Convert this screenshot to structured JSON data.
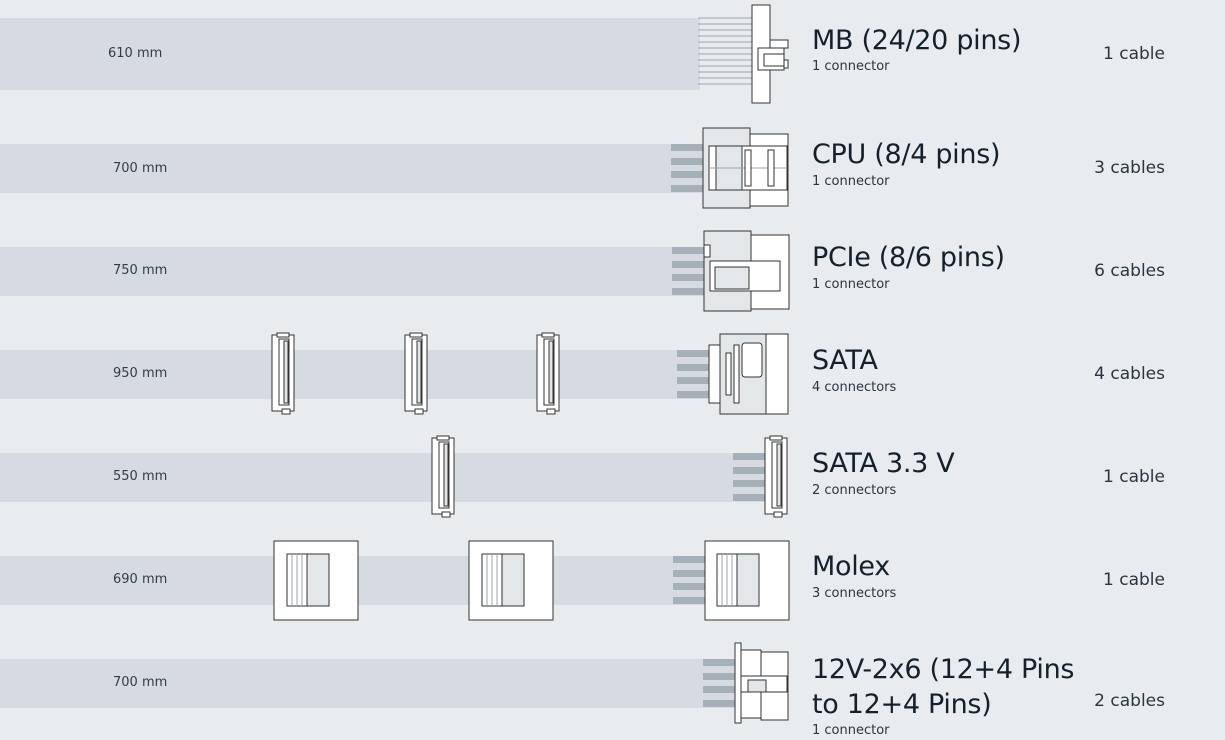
{
  "cables": [
    {
      "id": "mb",
      "title": "MB (24/20 pins)",
      "connectors": "1 connector",
      "count": "1 cable",
      "length": "610 mm"
    },
    {
      "id": "cpu",
      "title": "CPU (8/4 pins)",
      "connectors": "1 connector",
      "count": "3 cables",
      "length": "700 mm"
    },
    {
      "id": "pcie",
      "title": "PCIe (8/6 pins)",
      "connectors": "1 connector",
      "count": "6 cables",
      "length": "750 mm"
    },
    {
      "id": "sata",
      "title": "SATA",
      "connectors": "4 connectors",
      "count": "4 cables",
      "length": "950 mm"
    },
    {
      "id": "sata33",
      "title": "SATA 3.3 V",
      "connectors": "2 connectors",
      "count": "1 cable",
      "length": "550 mm"
    },
    {
      "id": "molex",
      "title": "Molex",
      "connectors": "3 connectors",
      "count": "1 cable",
      "length": "690 mm"
    },
    {
      "id": "12v",
      "title_line1": "12V-2x6 (12+4 Pins",
      "title_line2": "to 12+4 Pins)",
      "connectors": "1 connector",
      "count": "2 cables",
      "length": "700 mm"
    }
  ],
  "colors": {
    "background": "#e8ecef",
    "cable_band": "#d5dbe1",
    "wire": "#a6b0b9",
    "outline": "#333333"
  }
}
